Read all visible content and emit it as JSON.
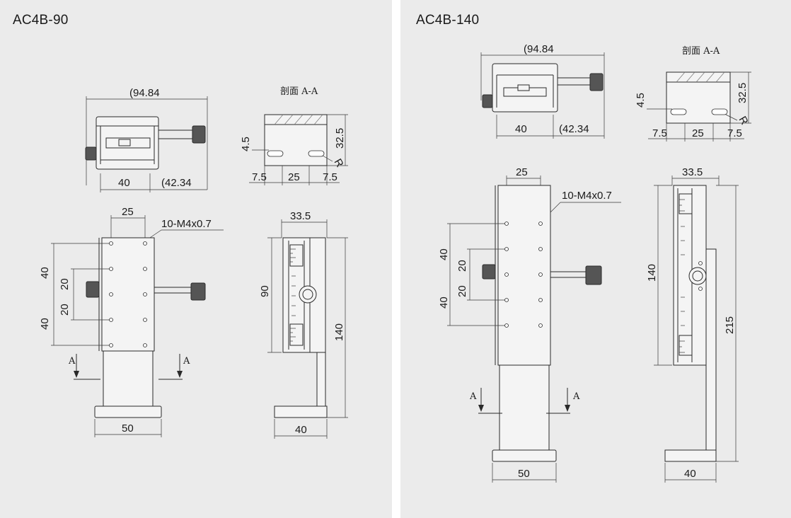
{
  "left": {
    "title": "AC4B-90",
    "top_view": {
      "width_total": "(94.84",
      "width_base": "40",
      "width_knob": "(42.34"
    },
    "section": {
      "label": "剖面 A-A",
      "height": "32.5",
      "slot_h": "4.5",
      "left": "7.5",
      "mid": "25",
      "right": "7.5",
      "radius": "R"
    },
    "front": {
      "hole_spacing": "25",
      "thread": "10-M4x0.7",
      "pitch_a": "40",
      "pitch_b": "20",
      "pitch_c": "20",
      "pitch_d": "40",
      "base_width": "50",
      "section_mark_l": "A",
      "section_mark_r": "A"
    },
    "side": {
      "width": "33.5",
      "travel": "90",
      "height": "140",
      "base_width": "40"
    }
  },
  "right": {
    "title": "AC4B-140",
    "top_view": {
      "width_total": "(94.84",
      "width_base": "40",
      "width_knob": "(42.34"
    },
    "section": {
      "label": "剖面 A-A",
      "height": "32.5",
      "slot_h": "4.5",
      "left": "7.5",
      "mid": "25",
      "right": "7.5",
      "radius": "R"
    },
    "front": {
      "hole_spacing": "25",
      "thread": "10-M4x0.7",
      "pitch_a": "40",
      "pitch_b": "20",
      "pitch_c": "20",
      "pitch_d": "40",
      "base_width": "50",
      "section_mark_l": "A",
      "section_mark_r": "A"
    },
    "side": {
      "width": "33.5",
      "travel": "140",
      "height": "215",
      "base_width": "40"
    }
  },
  "colors": {
    "panel_bg": "#ebebeb",
    "line": "#2a2a2a",
    "text": "#1a1a1a"
  }
}
